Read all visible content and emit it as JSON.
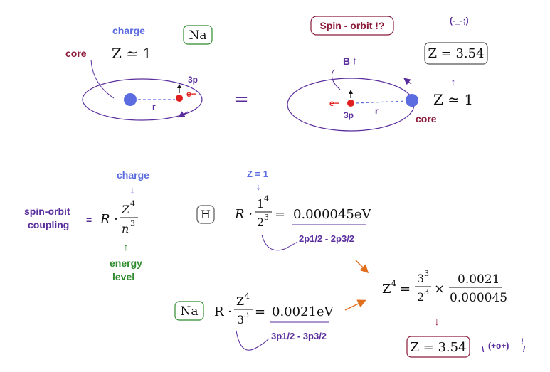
{
  "colors": {
    "purple": "#5a2d9c",
    "maroon": "#8b1a3a",
    "blue": "#5b6be0",
    "green": "#2e8b2e",
    "red": "#e02020",
    "orange": "#e07020",
    "black": "#111111",
    "box_green": "#2e8b2e",
    "box_maroon": "#8b1a3a",
    "box_gray": "#555555"
  },
  "left_atom": {
    "charge_label": "charge",
    "core_label": "core",
    "z_formula": "Z ≃ 1",
    "orbital_label": "3p",
    "electron_label": "e−",
    "radius_label": "r",
    "element_box": "Na"
  },
  "equals_sign": "=",
  "right_atom": {
    "spin_orbit_box": "Spin - orbit  !?",
    "face": "(-_-;)",
    "z_box": "Z = 3.54",
    "up_arrow": "↑",
    "b_label": "B",
    "b_arrow": "↑",
    "electron_label": "e−",
    "orbital_label": "3p",
    "radius_label": "r",
    "core_label": "core",
    "z_formula": "Z ≃ 1"
  },
  "coupling": {
    "charge_label": "charge",
    "charge_arrow": "↓",
    "left_label_line1": "spin-orbit",
    "left_label_line2": "coupling",
    "equals": "=",
    "R_dot": "R ·",
    "numerator_base": "Z",
    "numerator_exp": "4",
    "denominator_base": "n",
    "denominator_exp": "3",
    "energy_arrow": "↑",
    "energy_line1": "energy",
    "energy_line2": "level"
  },
  "hydrogen": {
    "z_label": "Z = 1",
    "z_arrow": "↓",
    "element_box": "H",
    "R_dot": "R ·",
    "num_base": "1",
    "num_exp": "4",
    "den_base": "2",
    "den_exp": "3",
    "equals": "=",
    "result": "0.000045eV",
    "transition": "2p1/2 - 2p3/2"
  },
  "sodium": {
    "element_box": "Na",
    "R_dot": "R ·",
    "num_base": "Z",
    "num_exp": "4",
    "den_base": "3",
    "den_exp": "3",
    "equals": "=",
    "result": "0.0021eV",
    "transition": "3p1/2 - 3p3/2"
  },
  "ratio": {
    "lhs_base": "Z",
    "lhs_exp": "4",
    "equals": "=",
    "num1_base": "3",
    "num1_exp": "3",
    "den1_base": "2",
    "den1_exp": "3",
    "times": "×",
    "num2": "0.0021",
    "den2": "0.000045",
    "down_arrow": "↓",
    "result_box": "Z = 3.54",
    "face_left": "\\",
    "face": "(+o+)",
    "face_exclaim": "!",
    "face_right": "/"
  }
}
